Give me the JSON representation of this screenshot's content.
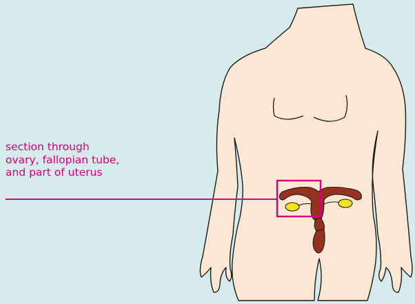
{
  "figure": {
    "annotation": {
      "lines": [
        "section through",
        "ovary, fallopian tube,",
        "and part of uterus"
      ]
    }
  },
  "colors": {
    "background": "#d6ecec",
    "skin": "#fbe7d4",
    "outline": "#1a1a1a",
    "uterus": "#96311e",
    "ovary": "#f4e41c",
    "annotation": "#d6007a"
  }
}
